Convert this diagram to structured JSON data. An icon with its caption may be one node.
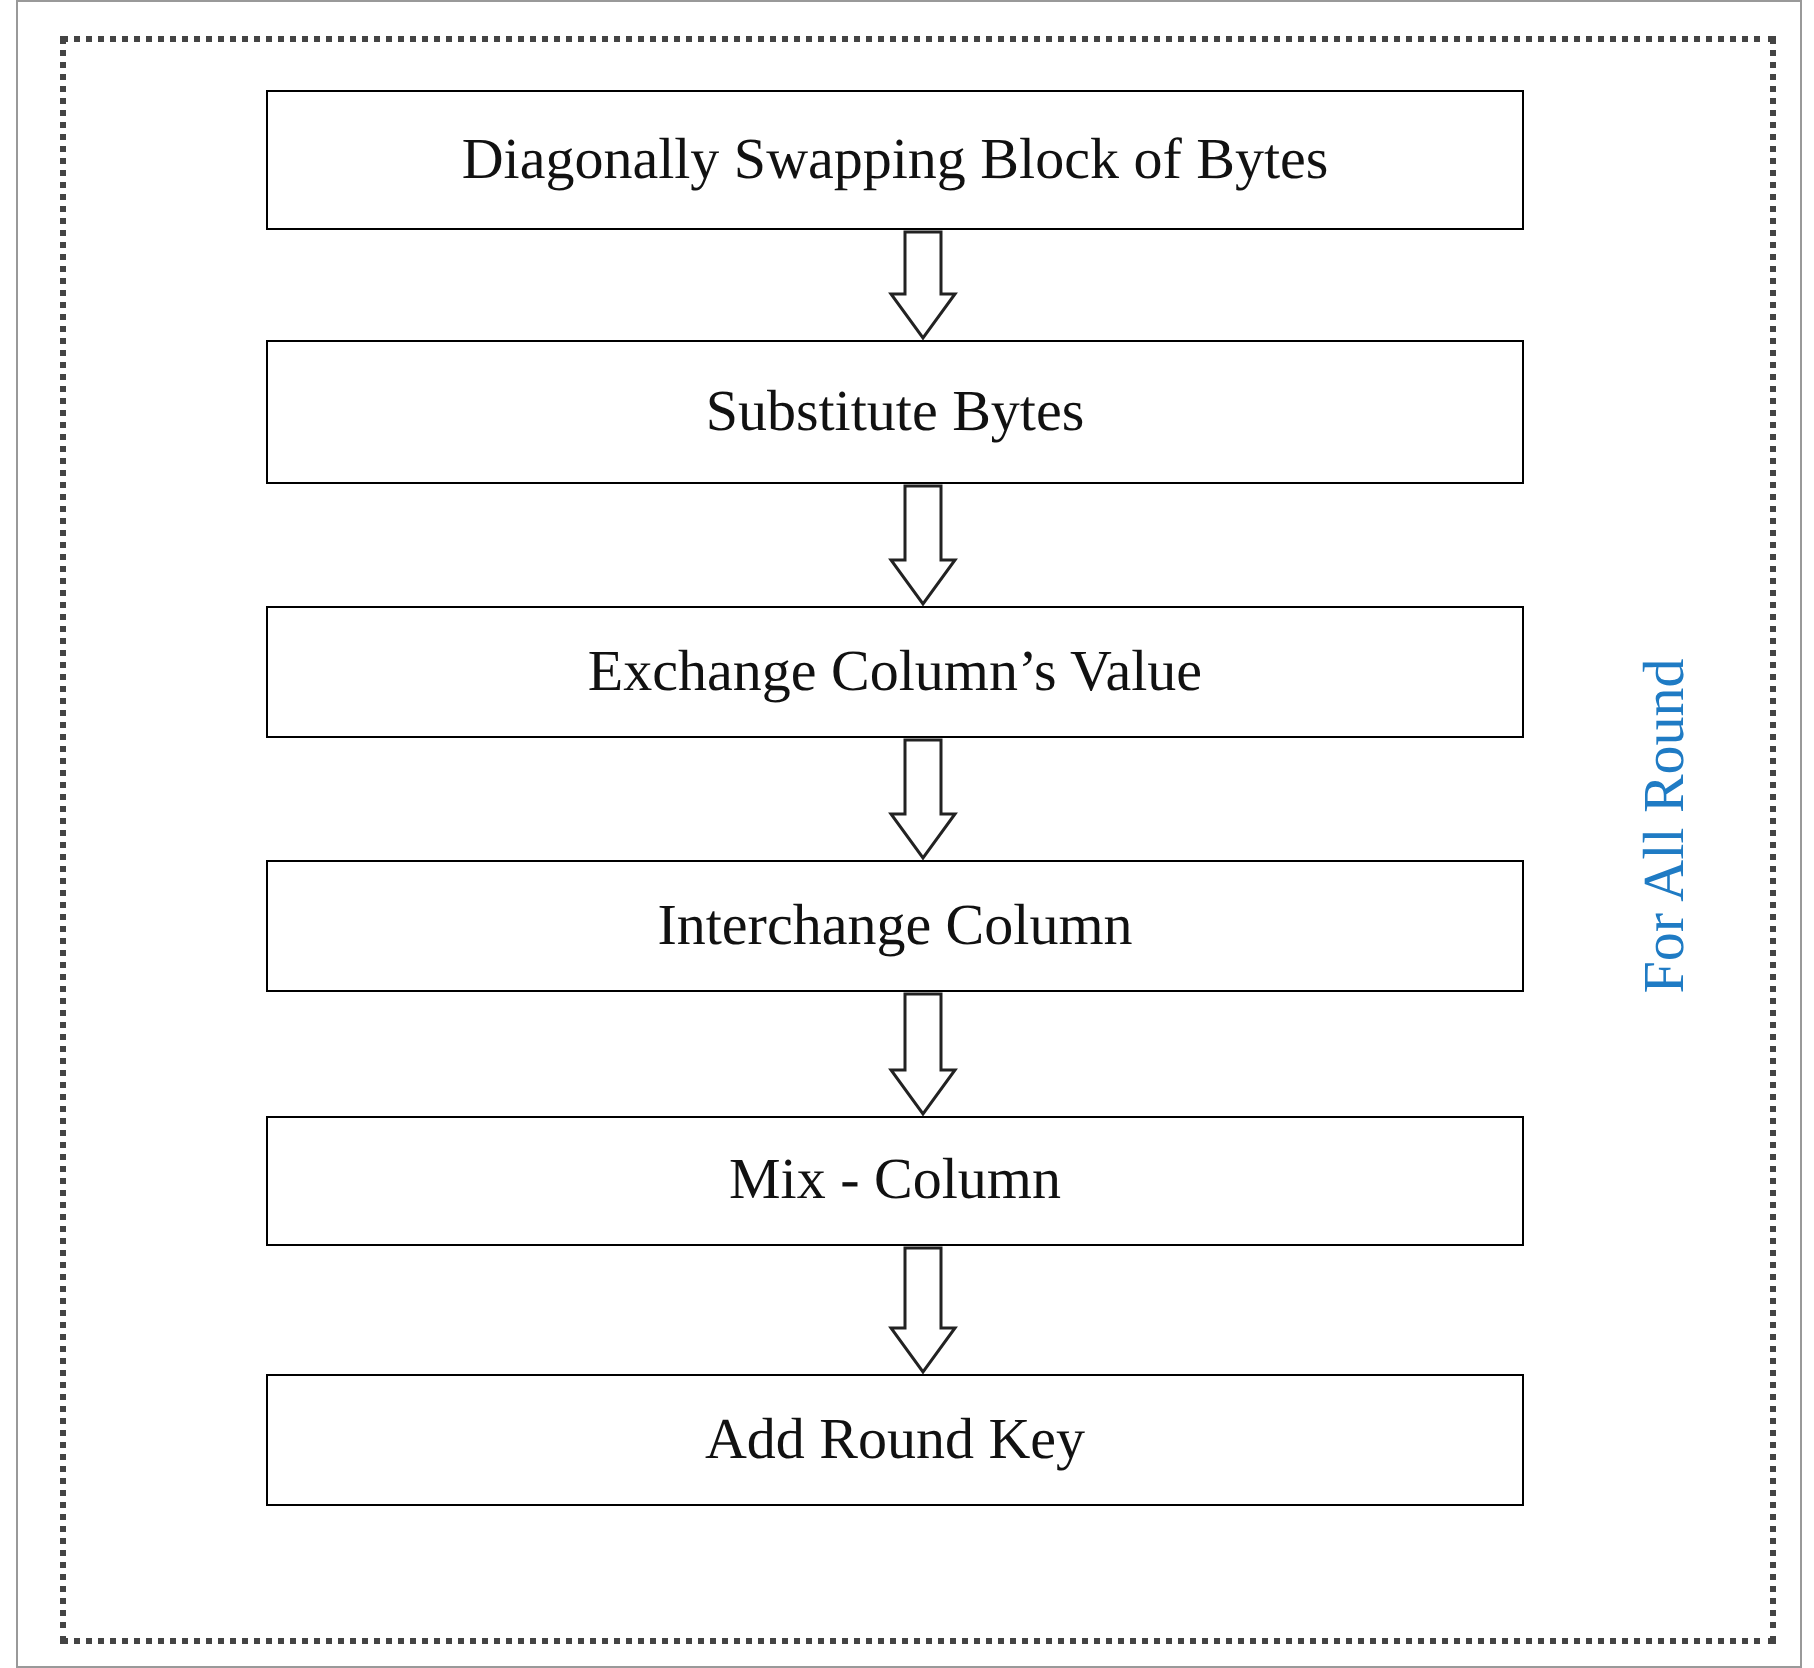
{
  "diagram": {
    "nodes": [
      {
        "text": [
          "For All Round"
        ]
      },
      {
        "text": [
          "Diagonally Swapping Block of Bytes"
        ],
        "in": 0
      },
      {
        "text": [
          "Substitute Bytes"
        ],
        "in": 0
      },
      {
        "text": [
          "Exchange Column’s Value"
        ],
        "in": 0
      },
      {
        "text": [
          "Interchange Column"
        ],
        "in": 0
      },
      {
        "text": [
          "Mix - Column"
        ],
        "in": 0
      },
      {
        "text": [
          "Add Round Key"
        ],
        "in": 0
      }
    ],
    "edges": [
      {
        "from": 1,
        "to": 2,
        "arrow": "to"
      },
      {
        "from": 2,
        "to": 3,
        "arrow": "to"
      },
      {
        "from": 3,
        "to": 4,
        "arrow": "to"
      },
      {
        "from": 4,
        "to": 5,
        "arrow": "to"
      },
      {
        "from": 5,
        "to": 6,
        "arrow": "to"
      }
    ]
  }
}
